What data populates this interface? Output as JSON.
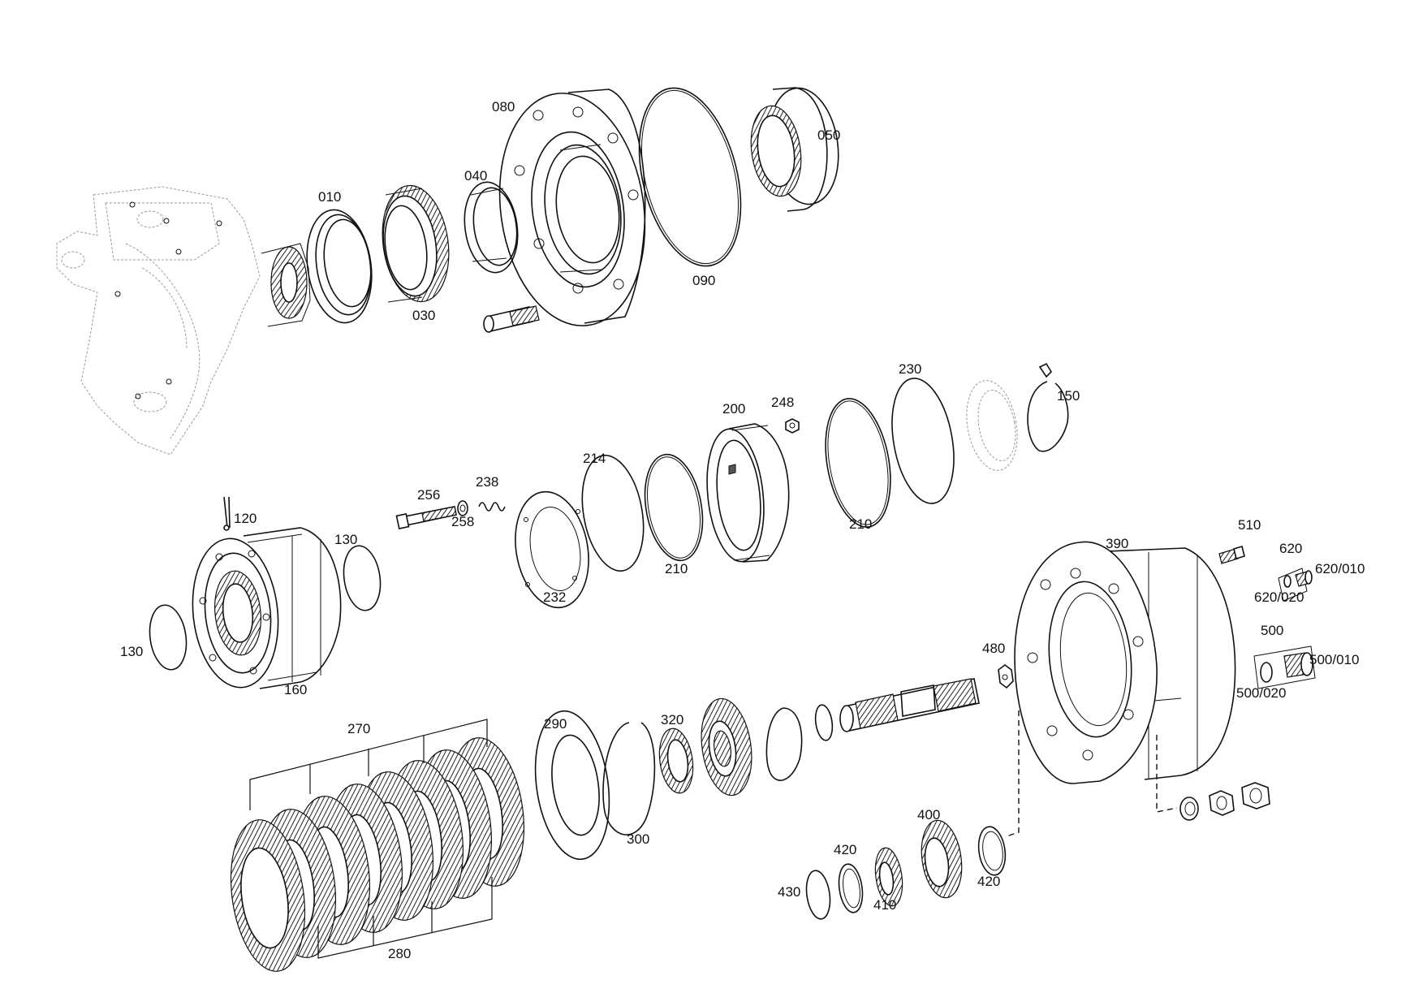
{
  "labels": {
    "p010": "010",
    "p030": "030",
    "p040": "040",
    "p050": "050",
    "p080": "080",
    "p090": "090",
    "p120": "120",
    "p130a": "130",
    "p130b": "130",
    "p150": "150",
    "p160": "160",
    "p200": "200",
    "p210a": "210",
    "p210b": "210",
    "p214": "214",
    "p230": "230",
    "p232": "232",
    "p238": "238",
    "p248": "248",
    "p256": "256",
    "p258": "258",
    "p270": "270",
    "p280": "280",
    "p290": "290",
    "p300": "300",
    "p320": "320",
    "p390": "390",
    "p400": "400",
    "p410": "410",
    "p420a": "420",
    "p420b": "420",
    "p430": "430",
    "p480": "480",
    "p500": "500",
    "p500_010": "500/010",
    "p500_020": "500/020",
    "p510": "510",
    "p620": "620",
    "p620_010": "620/010",
    "p620_020": "620/020"
  }
}
